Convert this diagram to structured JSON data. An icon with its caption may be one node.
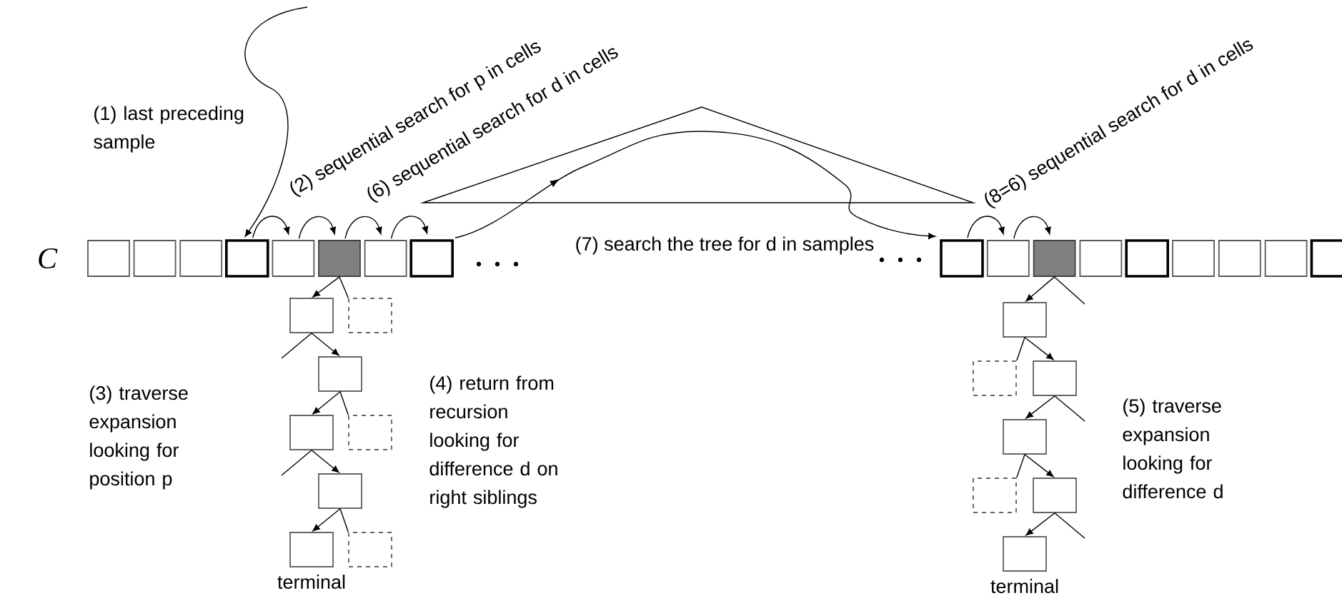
{
  "diagram": {
    "nodes": [
      {
        "text": [],
        "shape": "box"
      },
      {
        "text": [],
        "shape": "box"
      },
      {
        "text": [],
        "shape": "box"
      },
      {
        "text": [],
        "shape": "box"
      },
      {
        "text": [],
        "shape": "box"
      },
      {
        "text": [],
        "shape": "box"
      },
      {
        "text": [],
        "shape": "box"
      },
      {
        "text": [],
        "shape": "box"
      },
      {
        "text": [],
        "shape": "box"
      },
      {
        "text": [],
        "shape": "box"
      },
      {
        "text": [],
        "shape": "box"
      },
      {
        "text": [],
        "shape": "box"
      },
      {
        "text": [],
        "shape": "box"
      },
      {
        "text": [],
        "shape": "box"
      },
      {
        "text": [],
        "shape": "box"
      },
      {
        "text": [],
        "shape": "box"
      },
      {
        "text": [],
        "shape": "box"
      },
      {
        "text": [],
        "shape": "box"
      },
      {
        "text": [],
        "shape": "box"
      },
      {
        "text": [],
        "shape": "box"
      },
      {
        "text": [],
        "shape": "box"
      },
      {
        "text": [],
        "shape": "box"
      },
      {
        "text": [],
        "shape": "box"
      },
      {
        "text": [],
        "shape": "box",
        "beside": [
          "terminal"
        ]
      },
      {
        "text": [],
        "shape": "box"
      },
      {
        "text": [],
        "shape": "box"
      },
      {
        "text": [],
        "shape": "box"
      },
      {
        "text": [],
        "shape": "box"
      },
      {
        "text": [],
        "shape": "box"
      },
      {
        "text": [],
        "shape": "box"
      },
      {
        "text": [],
        "shape": "box"
      },
      {
        "text": [],
        "shape": "box",
        "beside": [
          "terminal"
        ]
      }
    ],
    "edges": [
      {
        "from": null,
        "to": 3,
        "arrow": "to"
      },
      {
        "from": 3,
        "to": 4,
        "arrow": "to"
      },
      {
        "from": 4,
        "to": 5,
        "arrow": "to"
      },
      {
        "from": 5,
        "to": 6,
        "arrow": "to"
      },
      {
        "from": 6,
        "to": 7,
        "arrow": "to"
      },
      {
        "from": 7,
        "to": 8,
        "arrow": "to",
        "label": "(7) search the tree for d in samples"
      },
      {
        "from": 8,
        "to": 9,
        "arrow": "to"
      },
      {
        "from": 9,
        "to": 10,
        "arrow": "to"
      },
      {
        "from": 5,
        "to": 17,
        "arrow": "to"
      },
      {
        "from": 5,
        "to": 18,
        "arrow": "none"
      },
      {
        "from": 17,
        "to": null,
        "arrow": "none"
      },
      {
        "from": 17,
        "to": 19,
        "arrow": "to"
      },
      {
        "from": 19,
        "to": 20,
        "arrow": "to"
      },
      {
        "from": 19,
        "to": 21,
        "arrow": "none"
      },
      {
        "from": 20,
        "to": null,
        "arrow": "none"
      },
      {
        "from": 20,
        "to": 22,
        "arrow": "to"
      },
      {
        "from": 22,
        "to": 23,
        "arrow": "to"
      },
      {
        "from": 22,
        "to": 24,
        "arrow": "none"
      },
      {
        "from": 10,
        "to": 25,
        "arrow": "to"
      },
      {
        "from": 10,
        "to": null,
        "arrow": "none"
      },
      {
        "from": 25,
        "to": 26,
        "arrow": "none"
      },
      {
        "from": 25,
        "to": 27,
        "arrow": "to"
      },
      {
        "from": 27,
        "to": 28,
        "arrow": "to"
      },
      {
        "from": 27,
        "to": null,
        "arrow": "none"
      },
      {
        "from": 28,
        "to": 29,
        "arrow": "none"
      },
      {
        "from": 28,
        "to": 30,
        "arrow": "to"
      },
      {
        "from": 30,
        "to": 31,
        "arrow": "to"
      },
      {
        "from": 30,
        "to": null,
        "arrow": "none"
      }
    ],
    "labels": [
      "C",
      "(1) last preceding sample",
      "(2) sequential search for p in cells",
      "(6) sequential search for d in cells",
      "(8=6) sequential search for d in cells",
      "(3) traverse expansion looking for position p",
      "(4) return from recursion looking for difference d on right siblings",
      "(5) traverse expansion looking for difference d"
    ]
  }
}
